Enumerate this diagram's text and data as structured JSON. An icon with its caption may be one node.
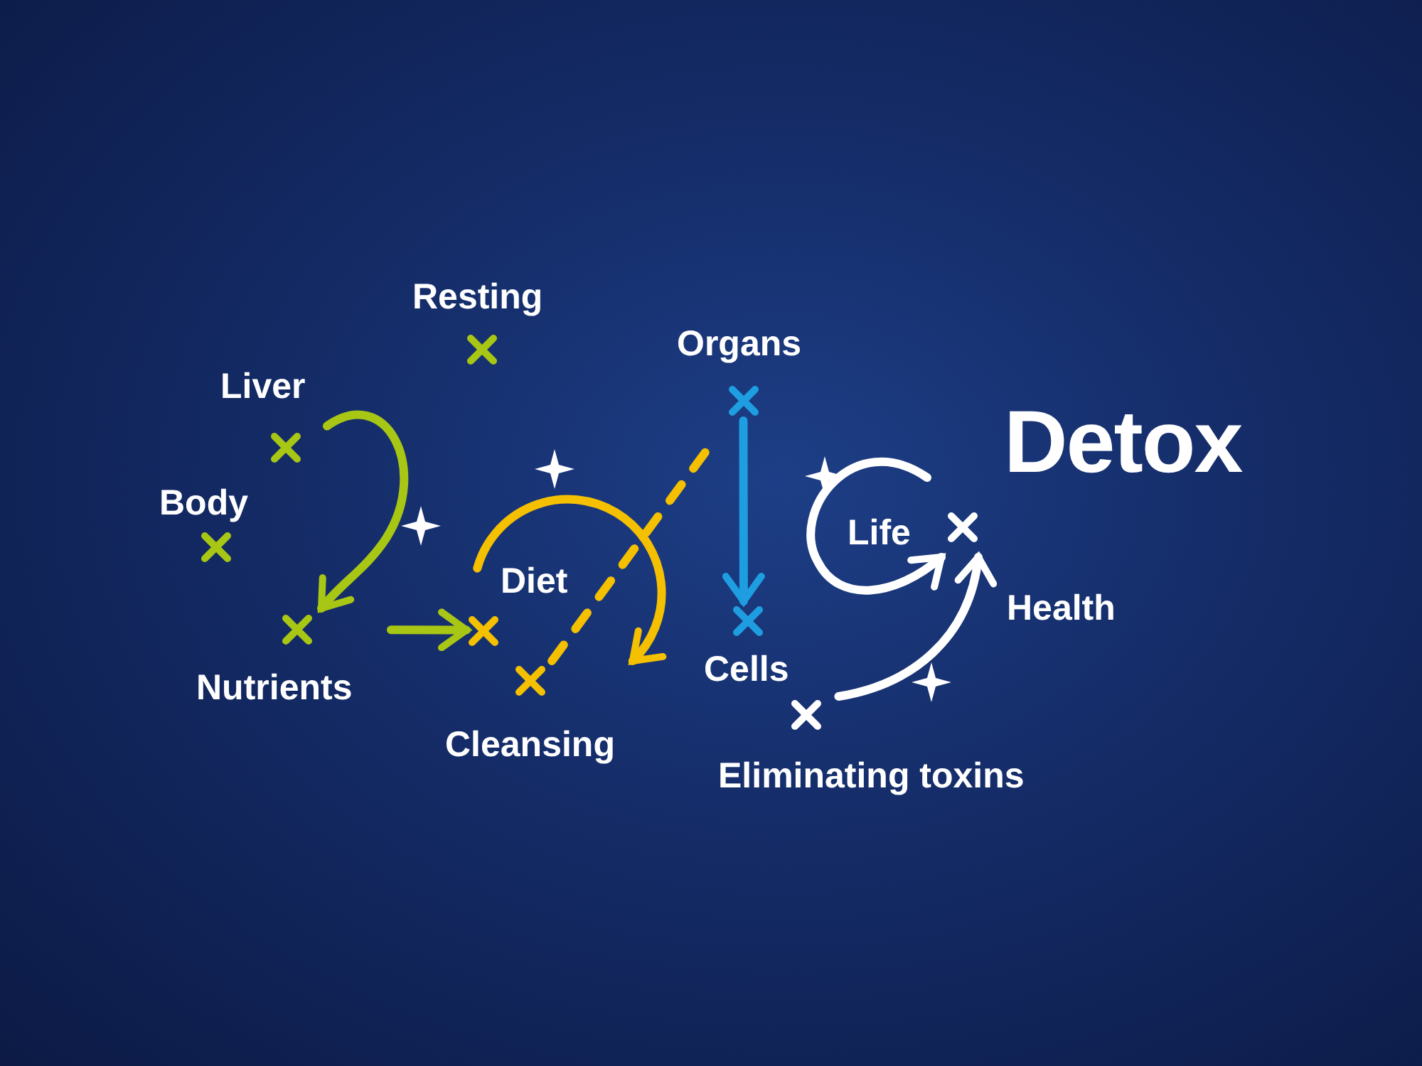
{
  "diagram": {
    "title": "Detox",
    "nodes": [
      {
        "text": [
          "Resting"
        ]
      },
      {
        "text": [
          "Liver"
        ]
      },
      {
        "text": [
          "Body"
        ]
      },
      {
        "text": [
          "Nutrients"
        ]
      },
      {
        "text": [
          "Diet"
        ]
      },
      {
        "text": [
          "Cleansing"
        ]
      },
      {
        "text": [
          "Organs"
        ]
      },
      {
        "text": [
          "Cells"
        ]
      },
      {
        "text": [
          "Life"
        ]
      },
      {
        "text": [
          "Eliminating toxins"
        ]
      }
    ],
    "edges": [
      {
        "from": 1,
        "to": 3,
        "arrow": "to",
        "color": "#a8c614"
      },
      {
        "from": 3,
        "to": 4,
        "arrow": "to",
        "color": "#a8c614"
      },
      {
        "from": 4,
        "to": 5,
        "arrow": "to",
        "color": "#f5c000"
      },
      {
        "from": 5,
        "to": null,
        "arrow": "none",
        "style": "dashed",
        "color": "#f5c000"
      },
      {
        "from": 6,
        "to": 7,
        "arrow": "to",
        "color": "#1e9ee0"
      },
      {
        "from": null,
        "to": 8,
        "arrow": "to",
        "color": "#ffffff"
      },
      {
        "from": 9,
        "to": 8,
        "arrow": "to",
        "color": "#ffffff"
      }
    ],
    "labels": [
      "Health"
    ]
  }
}
